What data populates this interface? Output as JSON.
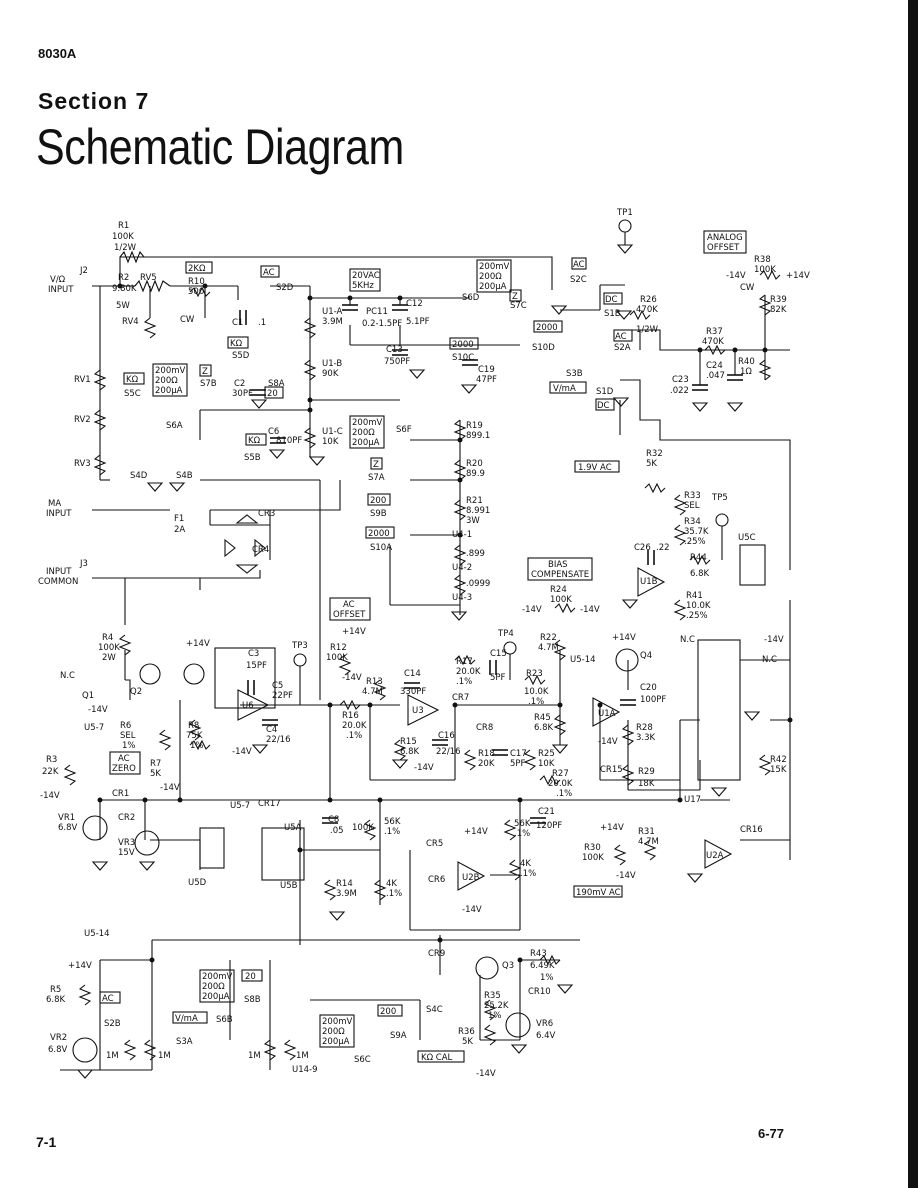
{
  "header": {
    "model": "8030A"
  },
  "section": {
    "heading": "Section 7",
    "title": "Schematic Diagram"
  },
  "footer": {
    "page_left": "7-1",
    "page_right": "6-77"
  },
  "boxed_labels": {
    "analog_offset_1": "ANALOG",
    "analog_offset_2": "OFFSET",
    "ac_offset_1": "AC",
    "ac_offset_2": "OFFSET",
    "ac_zero_1": "AC",
    "ac_zero_2": "ZERO",
    "bias_1": "BIAS",
    "bias_2": "COMPENSATE",
    "v19ac": "1.9V AC",
    "v190mac": "190mV AC",
    "kcal": "KΩ CAL",
    "dc": "DC",
    "ac": "AC",
    "z2000": "2000",
    "z200": "200",
    "z20": "20",
    "z2k": "2KΩ",
    "vma": "V/mA",
    "kohm": "KΩ",
    "zz": "Z",
    "range1": "200mV",
    "range2": "200Ω",
    "range3": "200μA",
    "zovac": "20VAC",
    "zovac2": "5KHz"
  },
  "labels": {
    "tp1": "TP1",
    "tp3": "TP3",
    "tp4": "TP4",
    "tp5": "TP5",
    "r1": "R1",
    "r1v": "100K",
    "r1w": "1/2W",
    "j2": "J2",
    "vin1": "V/Ω",
    "vin2": "INPUT",
    "r2": "R2",
    "r2v": "9.80K",
    "r2w": "5W",
    "rv5": "RV5",
    "r10": "R10",
    "r10v": "500",
    "r4": "RV4",
    "cw": "CW",
    "s2d": "S2D",
    "c1": "C1",
    "c1v": ".1",
    "u1a": "U1-A",
    "u1av": "3.9M",
    "pc11": "PC11",
    "pc11v": "0.2-1.5PF",
    "c12": "C12",
    "c12v": "5.1PF",
    "s6d": "S6D",
    "s7c": "S7C",
    "s2c": "S2C",
    "s1b": "S1B",
    "r26": "R26",
    "r26v": "470K",
    "r26w": "1/2W",
    "s10d": "S10D",
    "s2a": "S2A",
    "s3b": "S3B",
    "s1d": "S1D",
    "s5d": "S5D",
    "s7b": "S7B",
    "s5c": "S5C",
    "c2": "C2",
    "c2v": "30PF",
    "s8a": "S8A",
    "u1b": "U1-B",
    "u1bv": "90K",
    "c13": "C13",
    "c13v": "750PF",
    "s10c": "S10C",
    "c19": "C19",
    "c19v": "47PF",
    "rv1": "RV1",
    "rv2": "RV2",
    "rv3": "RV3",
    "s6a": "S6A",
    "c6": "C6",
    "c6v": "810PF",
    "s5b": "S5B",
    "u1c": "U1-C",
    "u1cv": "10K",
    "s6f": "S6F",
    "r19": "R19",
    "r19v": "899.1",
    "s7a": "S7A",
    "r20": "R20",
    "r20v": "89.9",
    "s4d": "S4D",
    "s4b": "S4B",
    "ma1": "MA",
    "ma2": "INPUT",
    "f1": "F1",
    "f1v": "2A",
    "cr3": "CR3",
    "cr4": "CR4",
    "s9b": "S9B",
    "r21": "R21",
    "r21v": "8.991",
    "r21w": "3W",
    "s10a": "S10A",
    "u41": "U4-1",
    "r899": ".899",
    "u42": "U4-2",
    "r0999": ".0999",
    "u43": "U4-3",
    "in1": "INPUT",
    "in2": "COMMON",
    "j3": "J3",
    "r38": "R38",
    "r38v": "100K",
    "m14": "-14V",
    "p14": "+14V",
    "r39": "R39",
    "r39v": "82K",
    "r37": "R37",
    "r37v": "470K",
    "c23": "C23",
    "c23v": ".022",
    "c24": "C24",
    "c24v": ".047",
    "r40": "R40",
    "r40v": "1Ω",
    "r32": "R32",
    "r32v": "5K",
    "r33": "R33",
    "r33v": "SEL",
    "r34": "R34",
    "r34v": "35.7K",
    "r34t": ".25%",
    "c26": "C26",
    "c26v": ".22",
    "u1b2": "U1B",
    "r44": "R44",
    "r44v": "6.8K",
    "u5c": "U5C",
    "r24": "R24",
    "r24v": "100K",
    "r41": "R41",
    "r41v": "10.0K",
    "r41t": ".25%",
    "r4b": "R4",
    "r4bv": "100K",
    "r4bw": "2W",
    "nc": "N.C",
    "q1": "Q1",
    "q2": "Q2",
    "c3": "C3",
    "c3v": "15PF",
    "c5": "C5",
    "c5v": "22PF",
    "r12": "R12",
    "r12v": "100K",
    "r13": "R13",
    "r13v": "4.7M",
    "c14": "C14",
    "c14v": "330PF",
    "r17": "R17",
    "r17v": "20.0K",
    "r17t": ".1%",
    "c15": "C15",
    "c15v": "5PF",
    "r22": "R22",
    "r22v": "4.7M",
    "u514": "U5-14",
    "q4": "Q4",
    "u6": "U6",
    "c4": "C4",
    "c4v": "22/16",
    "u3": "U3",
    "cr7": "CR7",
    "cr8": "CR8",
    "r16": "R16",
    "r16v": "20.0K",
    "r16t": ".1%",
    "r15": "R15",
    "r15v": "6.8K",
    "c16": "C16",
    "c16v": "22/16",
    "r18": "R18",
    "r18v": "20K",
    "c17": "C17",
    "c17v": "5PF",
    "r25": "R25",
    "r25v": "10K",
    "r23": "R23",
    "r23v": "10.0K",
    "r23t": ".1%",
    "c20": "C20",
    "c20v": "100PF",
    "r45": "R45",
    "r45v": "6.8K",
    "u1a2": "U1A",
    "r28": "R28",
    "r28v": "3.3K",
    "r42": "R42",
    "r42v": "15K",
    "r6": "R6",
    "r6v": "SEL",
    "r6t": "1%",
    "r7": "R7",
    "r7v": "5K",
    "r8": "R8",
    "r8v": "75K",
    "r8t": "1%",
    "r3": "R3",
    "r3v": "22K",
    "u57": "U5-7",
    "cr1": "CR1",
    "cr2": "CR2",
    "cr17": "CR17",
    "vr1": "VR1",
    "vr1v": "6.8V",
    "vr3": "VR3",
    "vr3v": "15V",
    "u5a": "U5A",
    "u5b": "U5B",
    "u5d": "U5D",
    "c8": "C8",
    "c8v": ".05",
    "r_100k": "100K",
    "r_56k": "56K",
    "r_1p": ".1%",
    "cr5": "CR5",
    "cr6": "CR6",
    "u2b": "U2B",
    "r14": "R14",
    "r14v": "3.9M",
    "r_4k": "4K",
    "r27": "R27",
    "r27v": "20.0K",
    "r27t": ".1%",
    "cr15": "CR15",
    "r29": "R29",
    "r29v": "18K",
    "c21": "C21",
    "c21v": "120PF",
    "r_56k2": "56K",
    "r_4k2": "4K",
    "r30": "R30",
    "r30v": "100K",
    "r31": "R31",
    "r31v": "4.7M",
    "cr16": "CR16",
    "u2a": "U2A",
    "u17": "U17",
    "u514b": "U5-14",
    "r5": "R5",
    "r5v": "6.8K",
    "s2b": "S2B",
    "vr2": "VR2",
    "vr2v": "6.8V",
    "s3a": "S3A",
    "s6b": "S6B",
    "s8b": "S8B",
    "cr9": "CR9",
    "q3": "Q3",
    "r43": "R43",
    "r43v": "6.49K",
    "r43t": "1%",
    "cr10": "CR10",
    "r35": "R35",
    "r35v": "25.2K",
    "r35t": "1%",
    "r36": "R36",
    "r36v": "5K",
    "vr6": "VR6",
    "vr6v": "6.4V",
    "s4c": "S4C",
    "s9a": "S9A",
    "s6c": "S6C",
    "im": "1M",
    "u149": "U14-9"
  }
}
